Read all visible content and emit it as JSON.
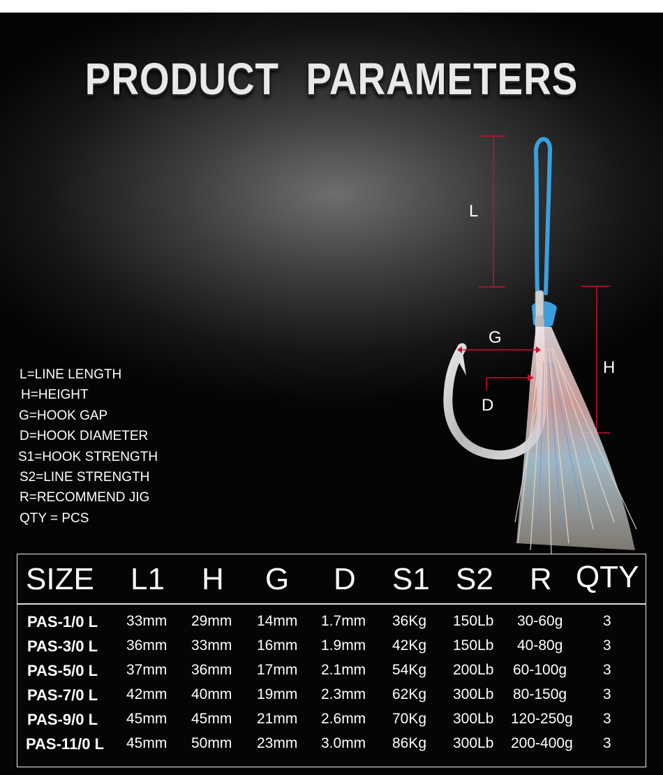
{
  "title": "PRODUCT PARAMETERS",
  "diagram": {
    "label_L": "L",
    "label_G": "G",
    "label_H": "H",
    "label_D": "D"
  },
  "legend": [
    "L=LINE LENGTH",
    "H=HEIGHT",
    "G=HOOK GAP",
    "D=HOOK DIAMETER",
    "S1=HOOK STRENGTH",
    "S2=LINE STRENGTH",
    "R=RECOMMEND JIG",
    "QTY = PCS"
  ],
  "table": {
    "headers": [
      "SIZE",
      "L1",
      "H",
      "G",
      "D",
      "S1",
      "S2",
      "R",
      "QTY"
    ],
    "rows": [
      [
        "PAS-1/0 L",
        "33mm",
        "29mm",
        "14mm",
        "1.7mm",
        "36Kg",
        "150Lb",
        "30-60g",
        "3"
      ],
      [
        "PAS-3/0 L",
        "36mm",
        "33mm",
        "16mm",
        "1.9mm",
        "42Kg",
        "150Lb",
        "40-80g",
        "3"
      ],
      [
        "PAS-5/0 L",
        "37mm",
        "36mm",
        "17mm",
        "2.1mm",
        "54Kg",
        "200Lb",
        "60-100g",
        "3"
      ],
      [
        "PAS-7/0 L",
        "42mm",
        "40mm",
        "19mm",
        "2.3mm",
        "62Kg",
        "300Lb",
        "80-150g",
        "3"
      ],
      [
        "PAS-9/0 L",
        "45mm",
        "45mm",
        "21mm",
        "2.6mm",
        "70Kg",
        "300Lb",
        "120-250g",
        "3"
      ],
      [
        "PAS-11/0 L",
        "45mm",
        "50mm",
        "23mm",
        "3.0mm",
        "86Kg",
        "300Lb",
        "200-400g",
        "3"
      ]
    ]
  },
  "colors": {
    "background": "#0a0a0a",
    "dimension_line": "#c8102e",
    "line_cord": "#3aa0e0",
    "text": "#ffffff"
  }
}
